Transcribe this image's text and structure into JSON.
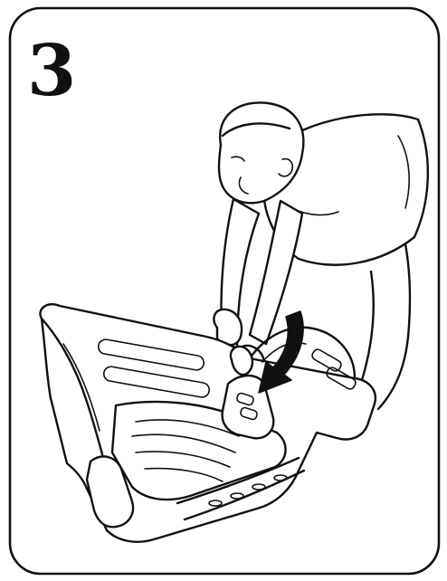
{
  "step": {
    "number": "3"
  },
  "icons": {
    "panel": "rounded-frame",
    "figure": "person-bending",
    "object": "plastic-seat-frame",
    "arrow": "curved-arrow-down"
  },
  "colors": {
    "ink": "#111111",
    "paper": "#ffffff"
  }
}
